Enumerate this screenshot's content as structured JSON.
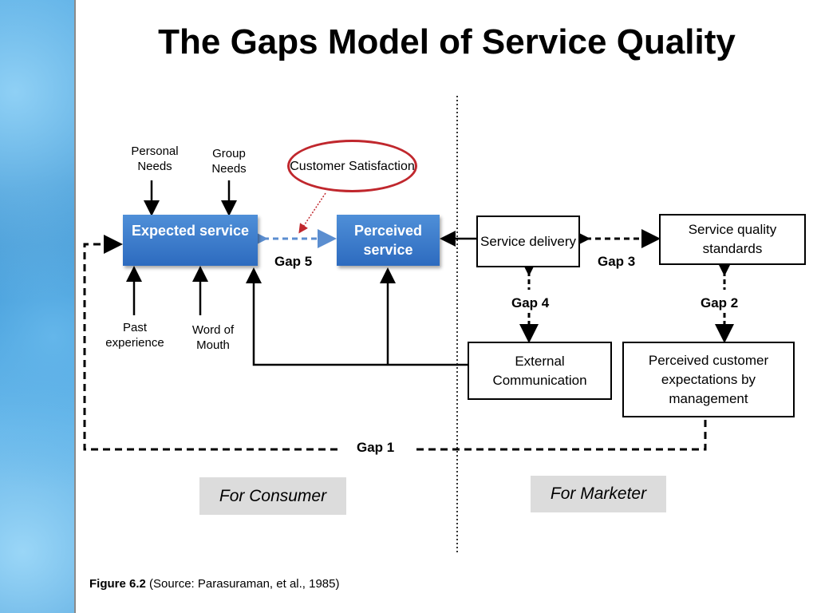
{
  "title": "The Gaps Model of Service Quality",
  "boxes": {
    "expected": "Expected service",
    "perceived": "Perceived service",
    "delivery": "Service delivery",
    "standards": "Service quality standards",
    "external": "External Communication",
    "management": "Perceived customer expectations by management"
  },
  "inputs": {
    "personal": "Personal Needs",
    "group": "Group Needs",
    "past": "Past experience",
    "wom": "Word of Mouth"
  },
  "satisfaction": "Customer Satisfaction",
  "gaps": {
    "g1": "Gap 1",
    "g2": "Gap 2",
    "g3": "Gap 3",
    "g4": "Gap 4",
    "g5": "Gap 5"
  },
  "regions": {
    "consumer": "For Consumer",
    "marketer": "For Marketer"
  },
  "caption": {
    "figure": "Figure 6.2",
    "source": "(Source: Parasuraman, et al., 1985)"
  }
}
